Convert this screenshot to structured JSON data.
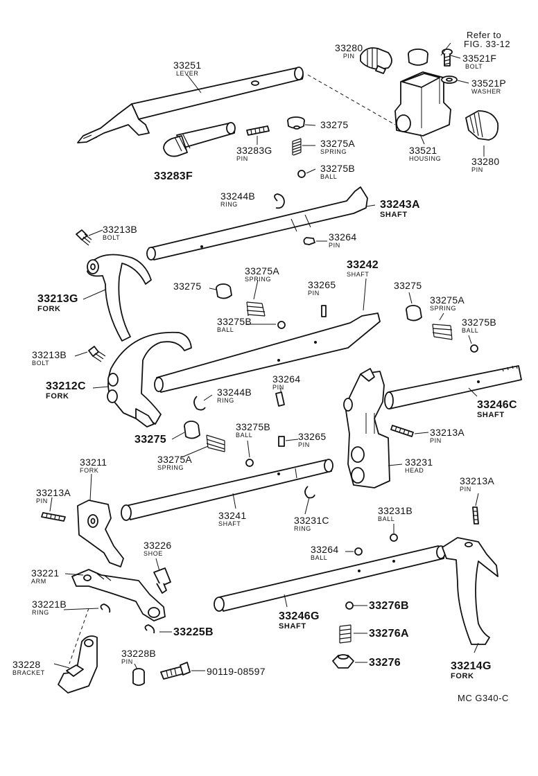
{
  "diagram_code": "MC G340-C",
  "labels": {
    "refer": "Refer to",
    "refer_fig": "FIG. 33-12",
    "p33280a": {
      "num": "33280",
      "name": "PIN"
    },
    "p33521f": {
      "num": "33521F",
      "name": "BOLT"
    },
    "p33521p": {
      "num": "33521P",
      "name": "WASHER"
    },
    "p33521": {
      "num": "33521",
      "name": "HOUSING"
    },
    "p33280b": {
      "num": "33280",
      "name": "PIN"
    },
    "p33251": {
      "num": "33251",
      "name": "LEVER"
    },
    "p33275a": {
      "num": "33275"
    },
    "p33275A_a": {
      "num": "33275A",
      "name": "SPRING"
    },
    "p33275B_a": {
      "num": "33275B",
      "name": "BALL"
    },
    "p33283g": {
      "num": "33283G",
      "name": "PIN"
    },
    "p33283f": {
      "num": "33283F"
    },
    "p33244b_a": {
      "num": "33244B",
      "name": "RING"
    },
    "p33243a": {
      "num": "33243A",
      "name": "SHAFT"
    },
    "p33213b_a": {
      "num": "33213B",
      "name": "BOLT"
    },
    "p33264_a": {
      "num": "33264",
      "name": "PIN"
    },
    "p33213g": {
      "num": "33213G",
      "name": "FORK"
    },
    "p33275b": {
      "num": "33275"
    },
    "p33275A_b": {
      "num": "33275A",
      "name": "SPRING"
    },
    "p33275B_b": {
      "num": "33275B",
      "name": "BALL"
    },
    "p33265_a": {
      "num": "33265",
      "name": "PIN"
    },
    "p33242": {
      "num": "33242",
      "name": "SHAFT"
    },
    "p33275c": {
      "num": "33275"
    },
    "p33275A_c": {
      "num": "33275A",
      "name": "SPRING"
    },
    "p33275B_c": {
      "num": "33275B",
      "name": "BALL"
    },
    "p33213b_b": {
      "num": "33213B",
      "name": "BOLT"
    },
    "p33212c": {
      "num": "33212C",
      "name": "FORK"
    },
    "p33244b_b": {
      "num": "33244B",
      "name": "RING"
    },
    "p33264_b": {
      "num": "33264",
      "name": "PIN"
    },
    "p33246c": {
      "num": "33246C",
      "name": "SHAFT"
    },
    "p33275d": {
      "num": "33275"
    },
    "p33275B_d": {
      "num": "33275B",
      "name": "BALL"
    },
    "p33265_b": {
      "num": "33265",
      "name": "PIN"
    },
    "p33213a_a": {
      "num": "33213A",
      "name": "PIN"
    },
    "p33275A_d": {
      "num": "33275A",
      "name": "SPRING"
    },
    "p33231": {
      "num": "33231",
      "name": "HEAD"
    },
    "p33211": {
      "num": "33211",
      "name": "FORK"
    },
    "p33213a_b": {
      "num": "33213A",
      "name": "PIN"
    },
    "p33241": {
      "num": "33241",
      "name": "SHAFT"
    },
    "p33231c": {
      "num": "33231C",
      "name": "RING"
    },
    "p33231b": {
      "num": "33231B",
      "name": "BALL"
    },
    "p33213a_c": {
      "num": "33213A",
      "name": "PIN"
    },
    "p33226": {
      "num": "33226",
      "name": "SHOE"
    },
    "p33264_c": {
      "num": "33264",
      "name": "BALL"
    },
    "p33221": {
      "num": "33221",
      "name": "ARM"
    },
    "p33246g": {
      "num": "33246G",
      "name": "SHAFT"
    },
    "p33276b": {
      "num": "33276B"
    },
    "p33221b": {
      "num": "33221B",
      "name": "RING"
    },
    "p33225b": {
      "num": "33225B"
    },
    "p33276a": {
      "num": "33276A"
    },
    "p33228": {
      "num": "33228",
      "name": "BRACKET"
    },
    "p33228b": {
      "num": "33228B",
      "name": "PIN"
    },
    "p90119": {
      "num": "90119-08597"
    },
    "p33276": {
      "num": "33276"
    },
    "p33214g": {
      "num": "33214G",
      "name": "FORK"
    }
  }
}
